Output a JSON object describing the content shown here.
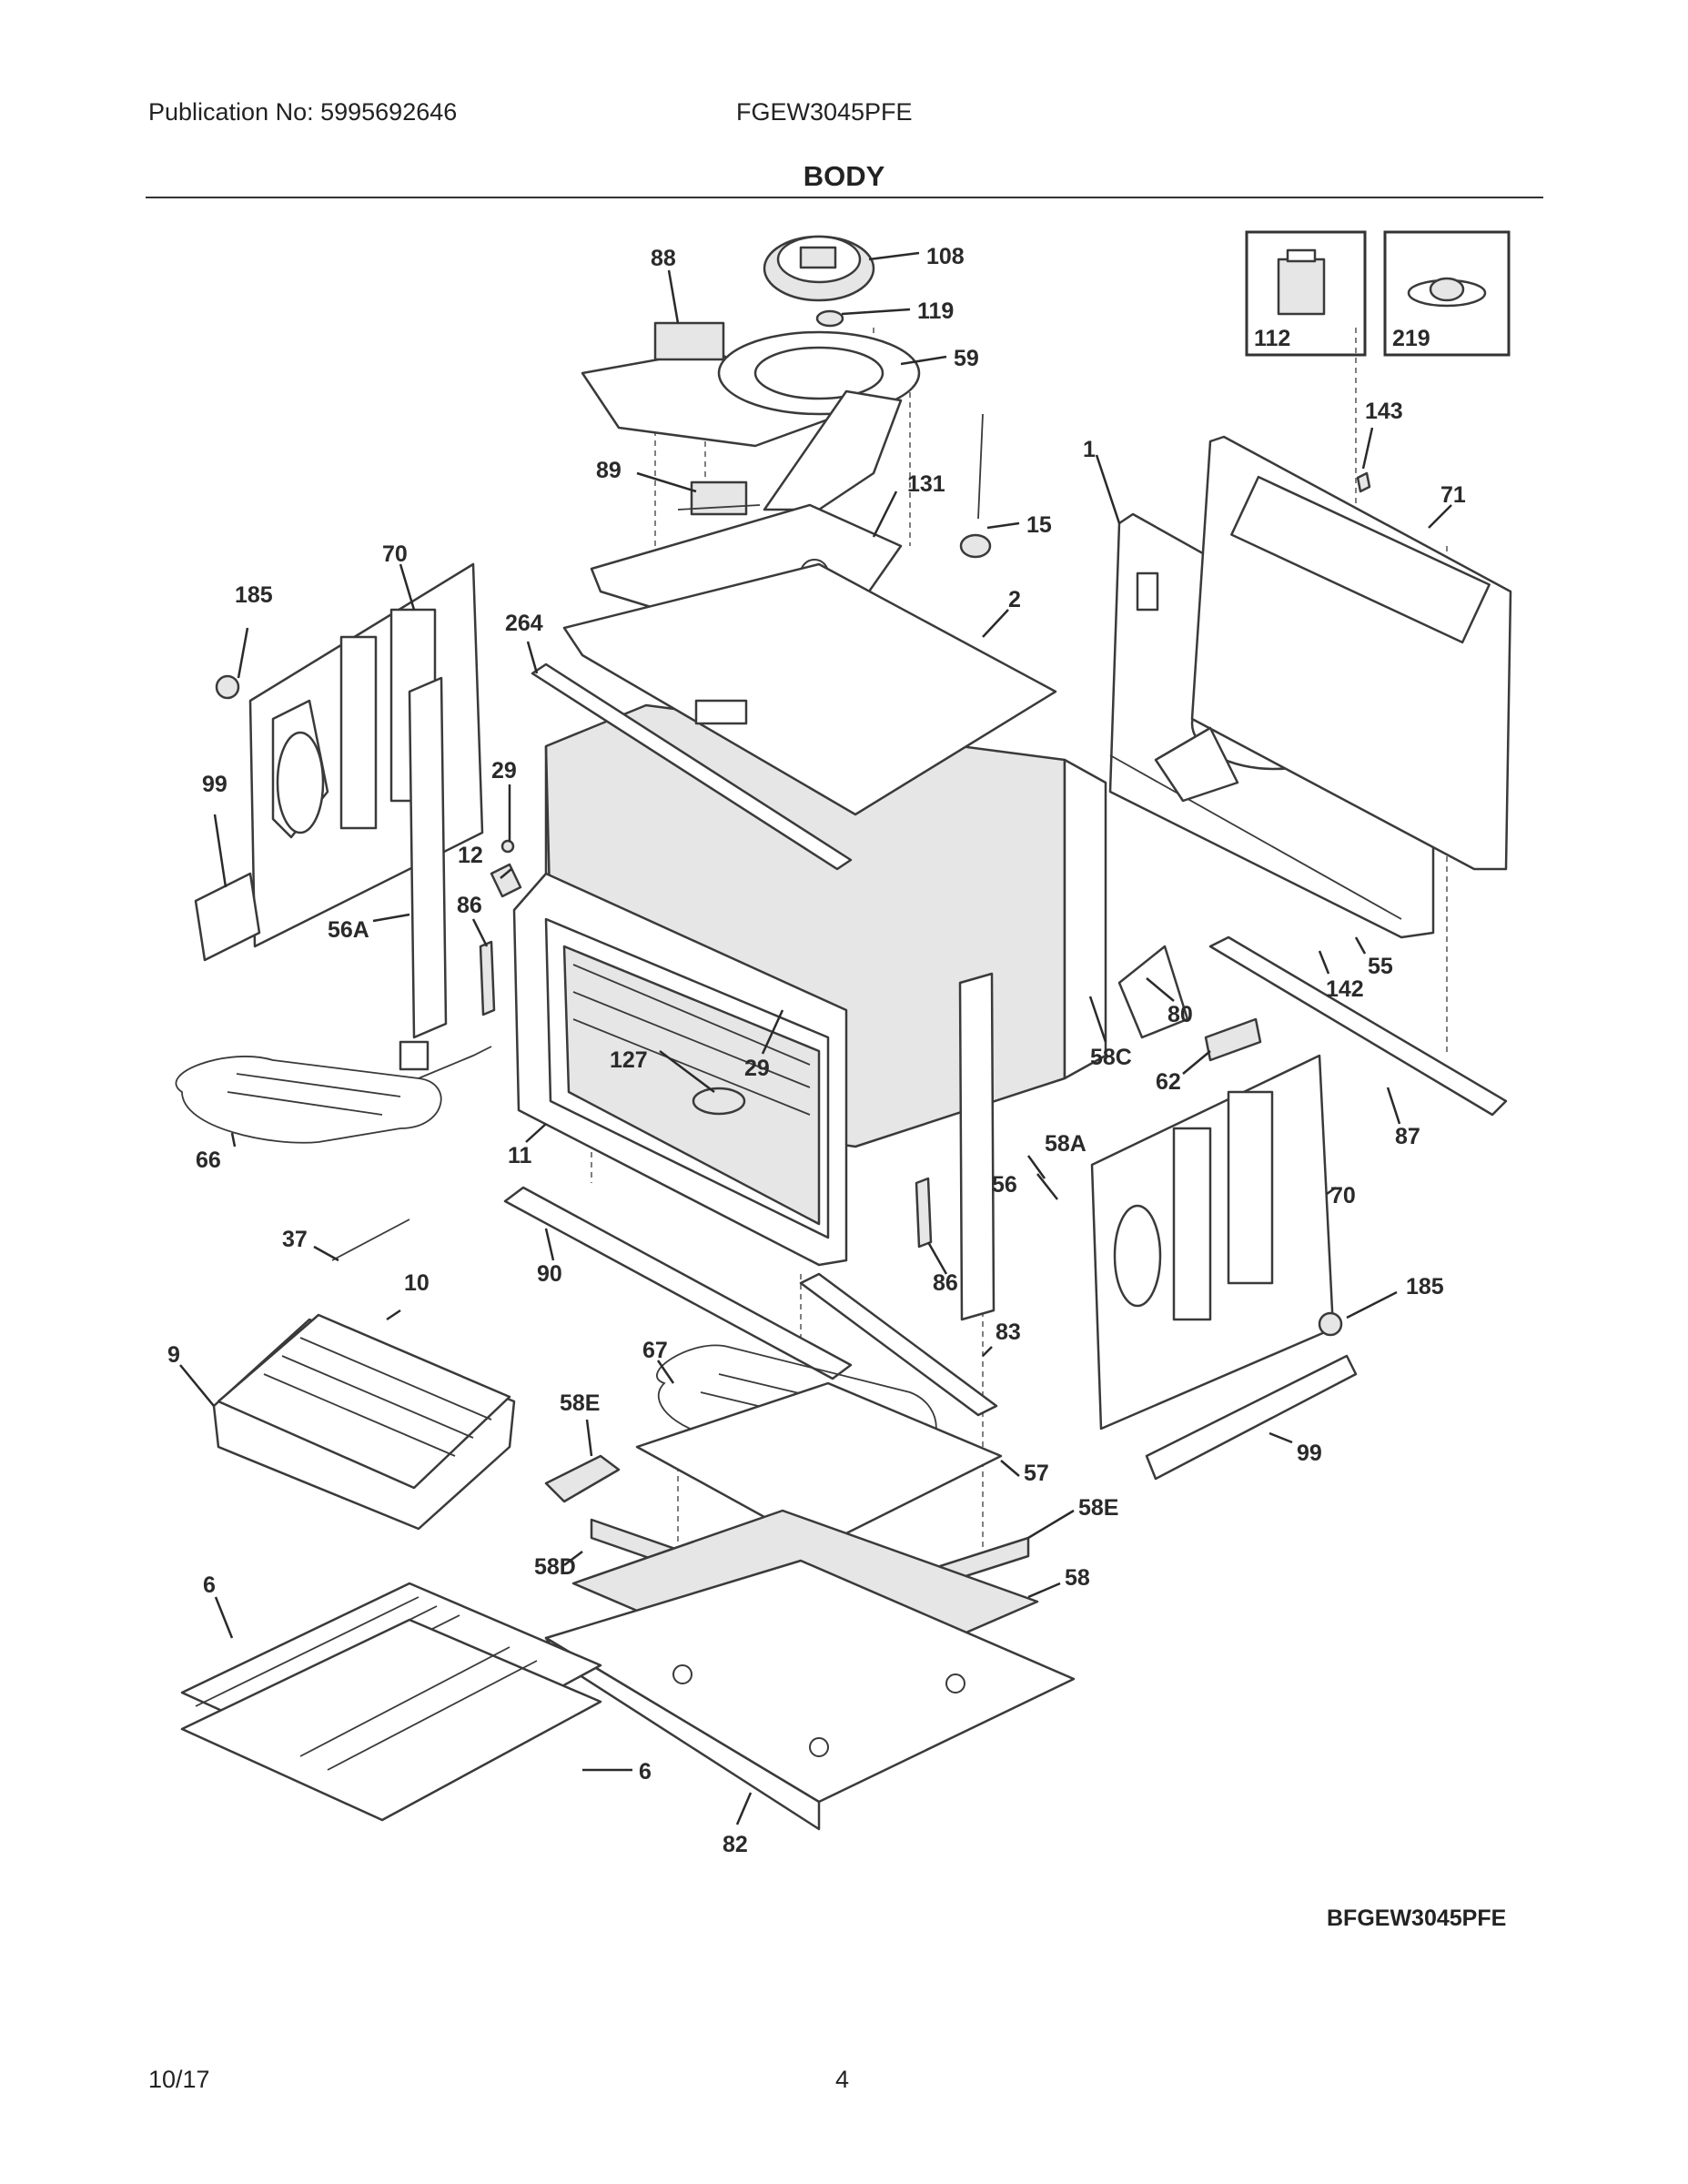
{
  "header": {
    "publication": "Publication No:  5995692646",
    "model": "FGEW3045PFE",
    "title": "BODY"
  },
  "diagram": {
    "code": "BFGEW3045PFE",
    "callouts": [
      "108",
      "88",
      "119",
      "59",
      "89",
      "131",
      "15",
      "1",
      "143",
      "71",
      "70",
      "185",
      "264",
      "2",
      "99",
      "29",
      "12",
      "86",
      "56A",
      "55",
      "142",
      "80",
      "58C",
      "62",
      "127",
      "29",
      "87",
      "66",
      "11",
      "58A",
      "56",
      "70",
      "37",
      "90",
      "86",
      "185",
      "10",
      "83",
      "9",
      "67",
      "58E",
      "57",
      "58E",
      "99",
      "58D",
      "58",
      "6",
      "6",
      "82"
    ],
    "inset_parts": [
      "112",
      "219"
    ]
  },
  "footer": {
    "date": "10/17",
    "page": "4"
  }
}
